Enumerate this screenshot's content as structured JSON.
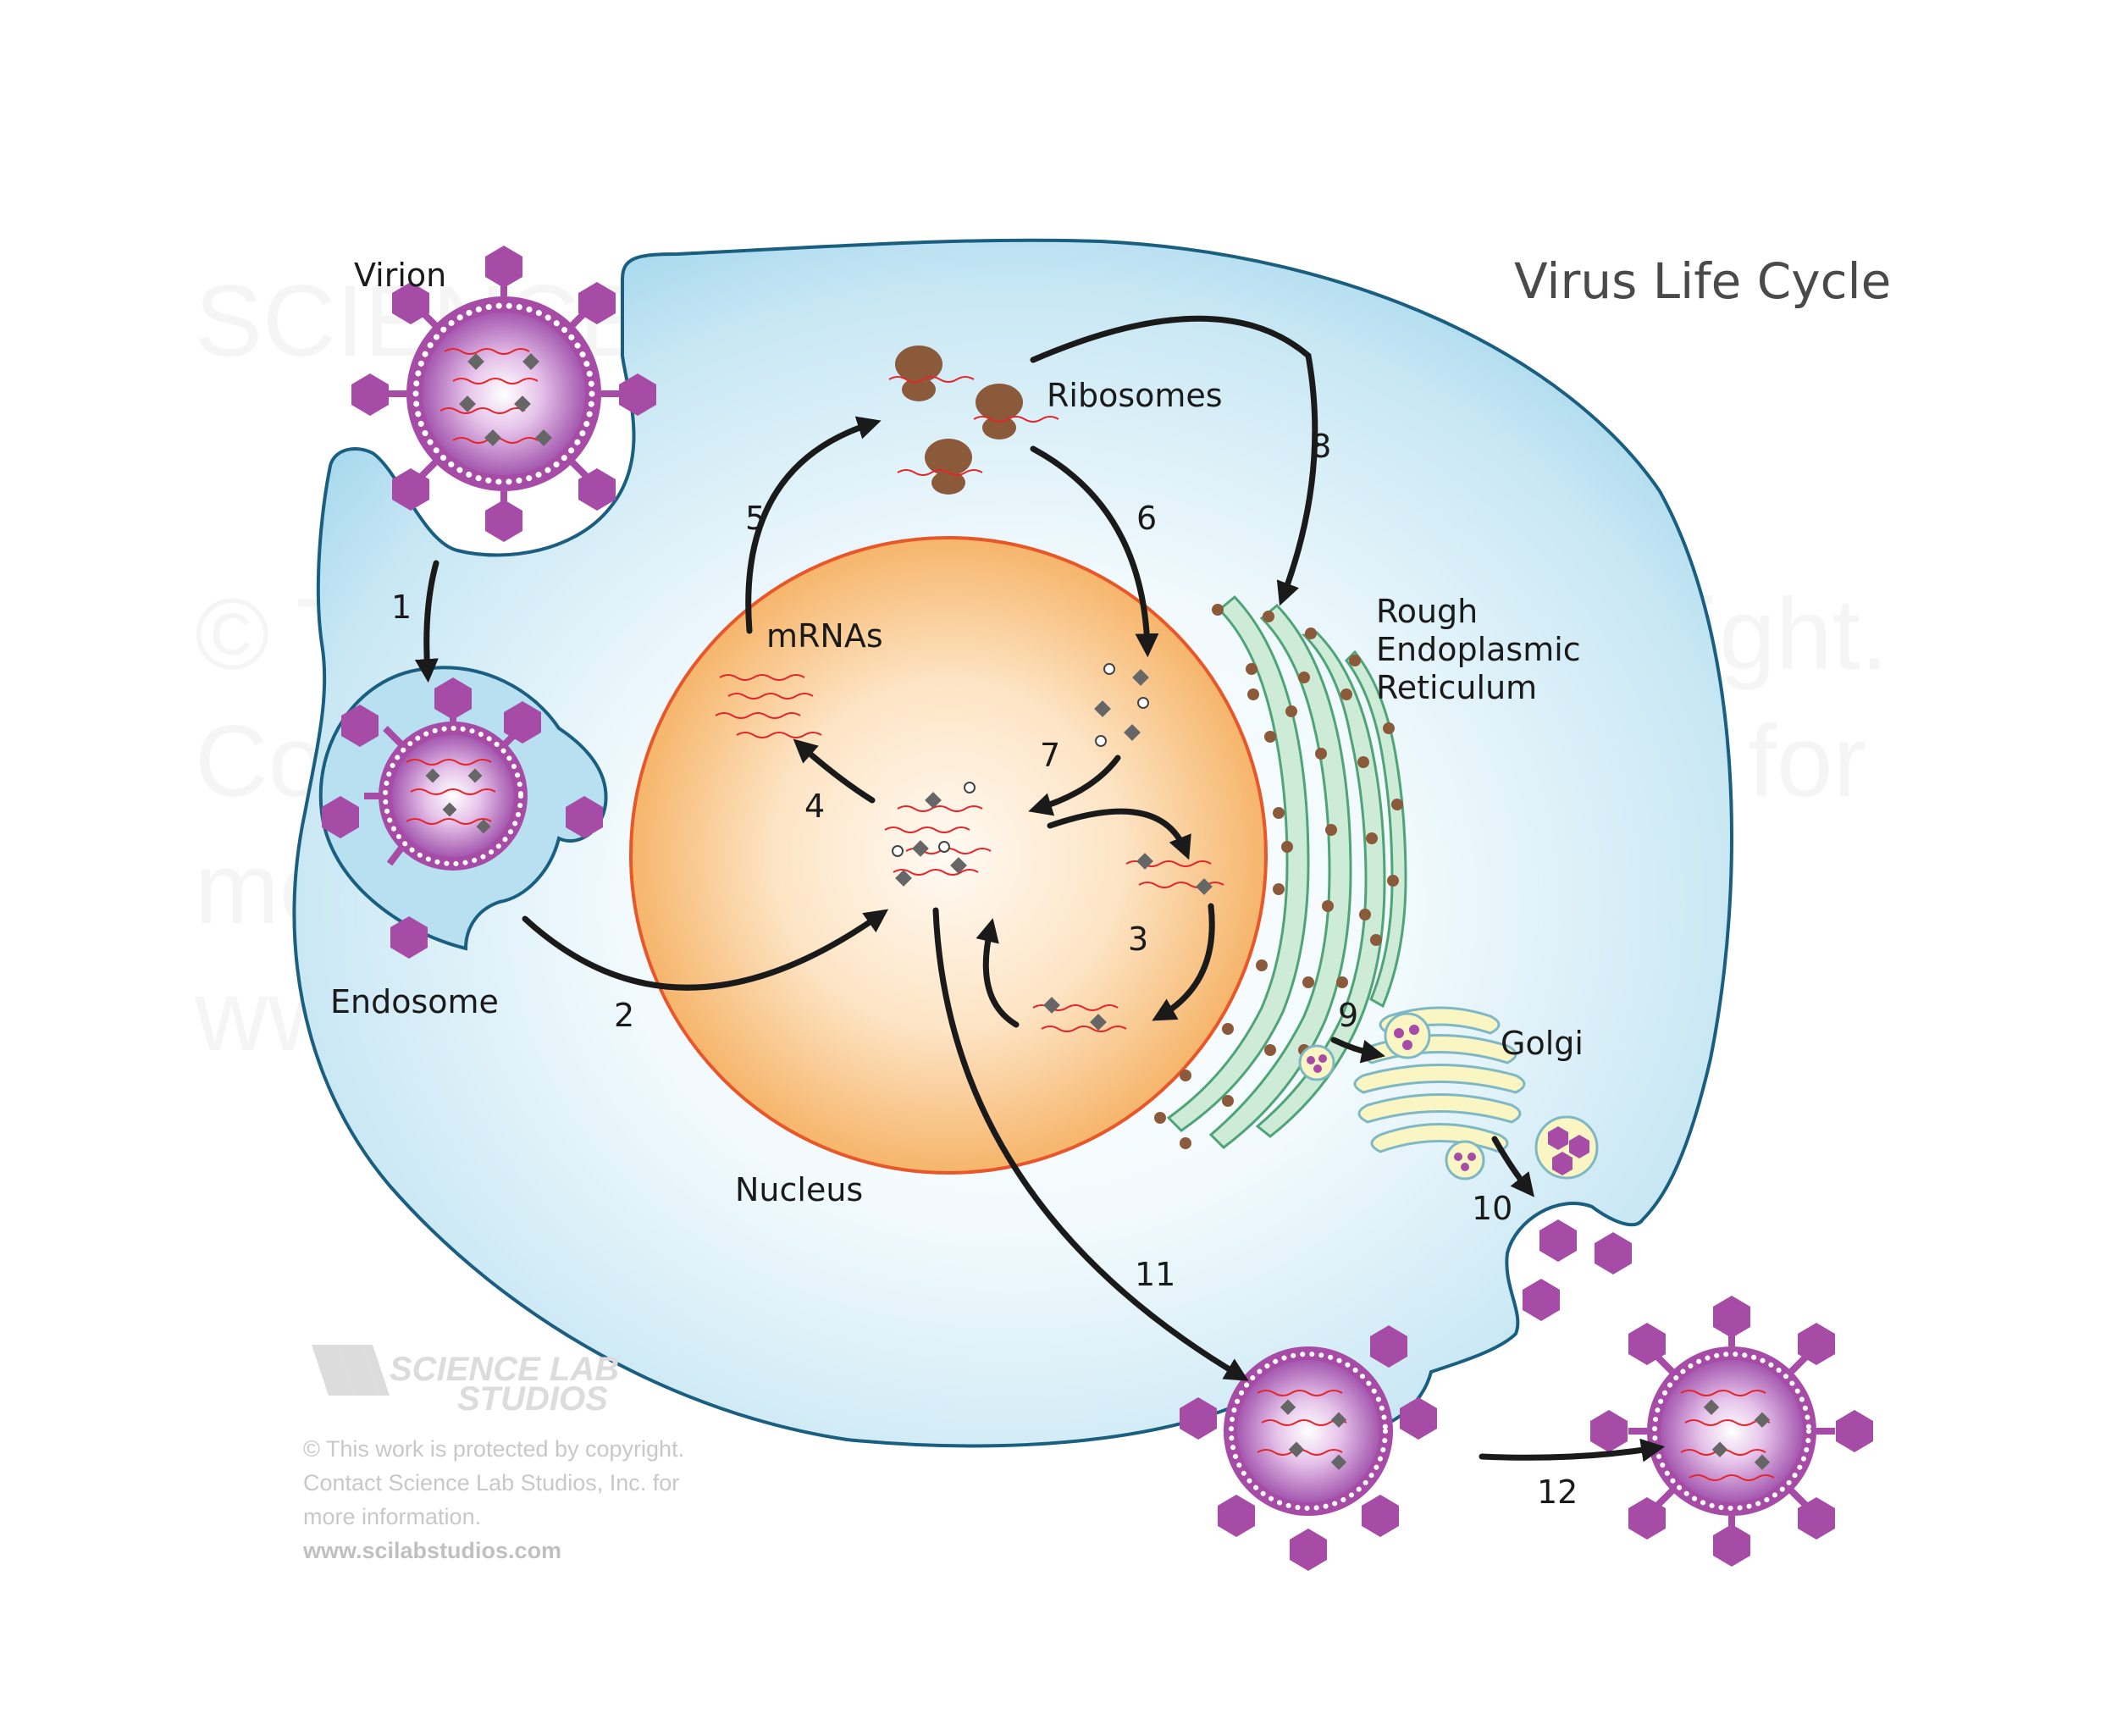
{
  "title": "Virus Life Cycle",
  "labels": {
    "virion": "Virion",
    "endosome": "Endosome",
    "nucleus": "Nucleus",
    "mrnas": "mRNAs",
    "ribosomes": "Ribosomes",
    "rer_line1": "Rough",
    "rer_line2": "Endoplasmic",
    "rer_line3": "Reticulum",
    "golgi": "Golgi"
  },
  "steps": [
    "1",
    "2",
    "3",
    "4",
    "5",
    "6",
    "7",
    "8",
    "9",
    "10",
    "11",
    "12"
  ],
  "watermark": {
    "line1": "© This work is protected by copyright.",
    "line2": "Contact Science Lab Studios, Inc. for",
    "line3": "more information.",
    "url": "www.scilabstudios.com",
    "logo_line1": "SCIENCE LAB",
    "logo_line2": "STUDIOS"
  },
  "colors": {
    "cell_fill": "#bfe4f3",
    "cell_stroke": "#1a5e80",
    "nucleus_fill": "#f7b970",
    "nucleus_stroke": "#e8572a",
    "capsid_fill": "#a64ca6",
    "spike": "#a64ca6",
    "rna": "#e2262b",
    "protein": "#666666",
    "ribosome": "#8a5a3b",
    "rer_fill": "#cdebd6",
    "rer_stroke": "#4fa477",
    "golgi_fill": "#faf6c4",
    "golgi_stroke": "#7fb8c4",
    "arrow": "#1a1a1a"
  },
  "icons": [
    "virion-icon",
    "ribosome-icon",
    "protein-icon",
    "rna-icon",
    "spike-icon",
    "arrow-icon"
  ]
}
